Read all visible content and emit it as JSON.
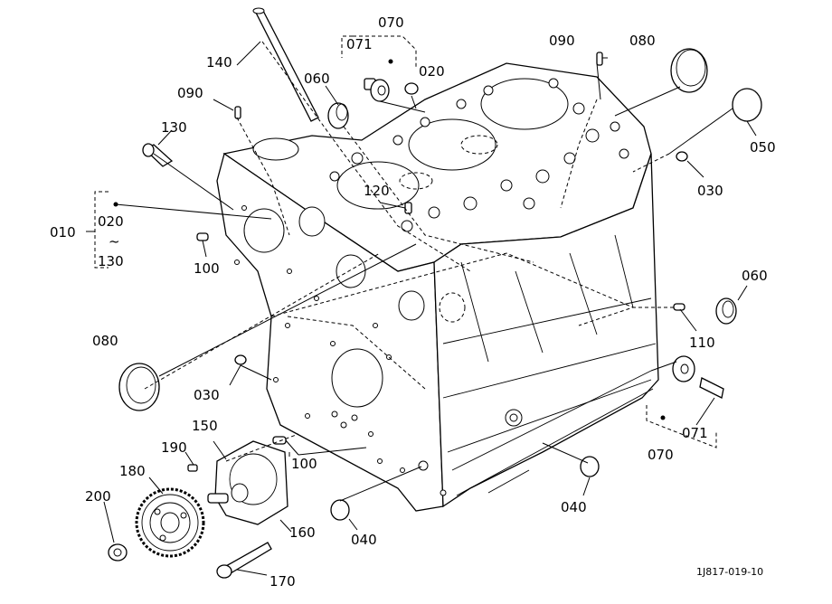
{
  "drawing_code": "1J817-019-10",
  "callouts": {
    "c010": "010",
    "c020_group": "020",
    "c130_group": "130",
    "range_sep": "~",
    "c020_top": "020",
    "c030_right": "030",
    "c030_left": "030",
    "c040_bottom": "040",
    "c040_right": "040",
    "c050": "050",
    "c060_top": "060",
    "c060_right": "060",
    "c070_top": "070",
    "c070_right": "070",
    "c071_top": "071",
    "c071_right": "071",
    "c080_top": "080",
    "c080_left": "080",
    "c090_top": "090",
    "c090_left": "090",
    "c100_left": "100",
    "c100_mid": "100",
    "c110": "110",
    "c120": "120",
    "c130": "130",
    "c140": "140",
    "c150": "150",
    "c160": "160",
    "c170": "170",
    "c180": "180",
    "c190": "190",
    "c200": "200"
  }
}
